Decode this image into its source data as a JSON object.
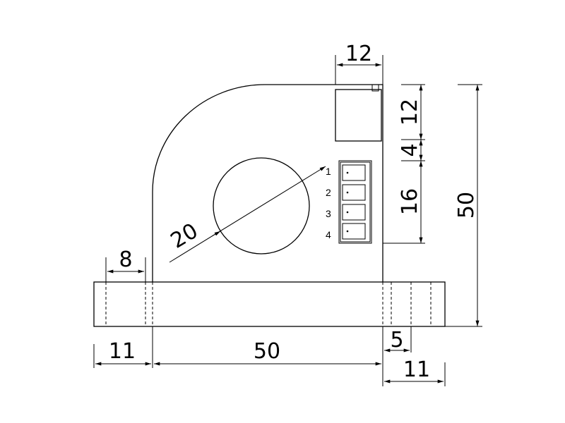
{
  "colors": {
    "line": "#000000",
    "background": "#ffffff"
  },
  "dimensions": {
    "top_width": "12",
    "box_height": "12",
    "gap": "4",
    "connector_height": "16",
    "total_height": "50",
    "hole_diameter": "20",
    "slot_width": "8",
    "left_flange": "11",
    "body_width": "50",
    "right_offset": "5",
    "right_flange": "11"
  },
  "pins": [
    "1",
    "2",
    "3",
    "4"
  ]
}
